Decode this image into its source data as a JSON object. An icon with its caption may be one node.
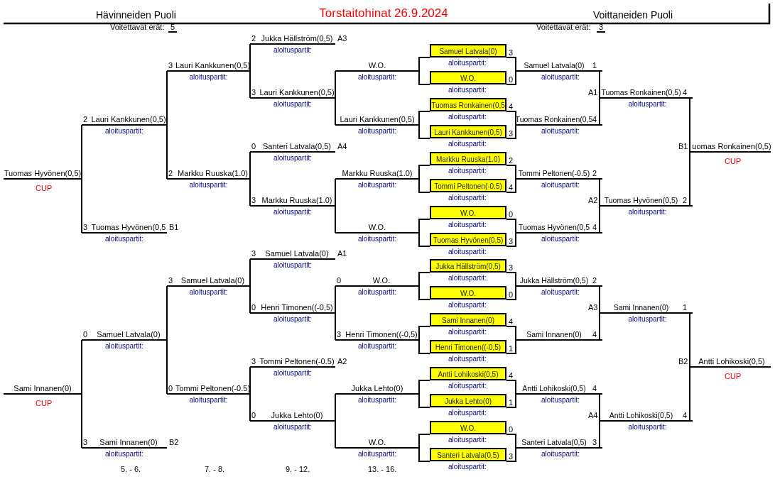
{
  "diagram": {
    "title": "Torstaitohinat 26.9.2024",
    "nodes": [
      {
        "text": [
          "Tuomas Hyvönen(0,5)"
        ],
        "beside": [
          "CUP"
        ]
      },
      {
        "text": [
          "Sami Innanen(0)"
        ],
        "beside": [
          "CUP"
        ]
      },
      {
        "text": [
          "Lauri Kankkunen(0,5)",
          "aloituspartit:"
        ],
        "beside": [
          "2"
        ]
      },
      {
        "text": [
          "Tuomas Hyvönen(0,5",
          "aloituspartit:"
        ],
        "beside": [
          "3",
          "B1"
        ]
      },
      {
        "text": [
          "Samuel Latvala(0)",
          "aloituspartit:"
        ],
        "beside": [
          "0"
        ]
      },
      {
        "text": [
          "Sami Innanen(0)",
          "aloituspartit:"
        ],
        "beside": [
          "3",
          "B2"
        ]
      },
      {
        "text": [
          "Lauri Kankkunen(0,5)",
          "aloituspartit:"
        ],
        "beside": [
          "3"
        ]
      },
      {
        "text": [
          "Markku Ruuska(1.0)",
          "aloituspartit:"
        ],
        "beside": [
          "2"
        ]
      },
      {
        "text": [
          "Samuel Latvala(0)",
          "aloituspartit:"
        ],
        "beside": [
          "3"
        ]
      },
      {
        "text": [
          "Tommi Peltonen(-0.5)",
          "aloituspartit:"
        ],
        "beside": [
          "0"
        ]
      },
      {
        "text": [
          "Jukka Hällström(0,5)",
          "aloituspartit:"
        ],
        "beside": [
          "2",
          "A3"
        ]
      },
      {
        "text": [
          "Lauri Kankkunen(0,5)",
          "aloituspartit:"
        ],
        "beside": [
          "3"
        ]
      },
      {
        "text": [
          "Santeri Latvala(0,5)",
          "aloituspartit:"
        ],
        "beside": [
          "0",
          "A4"
        ]
      },
      {
        "text": [
          "Markku Ruuska(1.0)",
          "aloituspartit:"
        ],
        "beside": [
          "3"
        ]
      },
      {
        "text": [
          "Samuel Latvala(0)",
          "aloituspartit:"
        ],
        "beside": [
          "3",
          "A1"
        ]
      },
      {
        "text": [
          "Henri Timonen((-0,5)",
          "aloituspartit:"
        ],
        "beside": [
          "0"
        ]
      },
      {
        "text": [
          "Tommi Peltonen(-0.5)",
          "aloituspartit:"
        ],
        "beside": [
          "3",
          "A2"
        ]
      },
      {
        "text": [
          "Jukka Lehto(0)",
          "aloituspartit:"
        ],
        "beside": [
          "0"
        ]
      },
      {
        "text": [
          "W.O.",
          "aloituspartit:"
        ]
      },
      {
        "text": [
          "Lauri Kankkunen(0,5)",
          "aloituspartit:"
        ]
      },
      {
        "text": [
          "Markku Ruuska(1.0)",
          "aloituspartit:"
        ]
      },
      {
        "text": [
          "W.O.",
          "aloituspartit:"
        ]
      },
      {
        "text": [
          "W.O.",
          "aloituspartit:"
        ],
        "beside": [
          "0"
        ]
      },
      {
        "text": [
          "Henri Timonen((-0,5)",
          "aloituspartit:"
        ],
        "beside": [
          "3"
        ]
      },
      {
        "text": [
          "Jukka Lehto(0)",
          "aloituspartit:"
        ]
      },
      {
        "text": [
          "W.O.",
          "aloituspartit:"
        ]
      },
      {
        "text": [
          "Samuel Latvala(0)",
          "aloituspartit:"
        ],
        "beside": [
          "3"
        ]
      },
      {
        "text": [
          "W.O.",
          "aloituspartit:"
        ],
        "beside": [
          "0"
        ]
      },
      {
        "text": [
          "Tuomas Ronkainen(0,5",
          "aloituspartit:"
        ],
        "beside": [
          "4"
        ]
      },
      {
        "text": [
          "Lauri Kankkunen(0,5)",
          "aloituspartit:"
        ],
        "beside": [
          "3"
        ]
      },
      {
        "text": [
          "Markku Ruuska(1.0)",
          "aloituspartit:"
        ],
        "beside": [
          "2"
        ]
      },
      {
        "text": [
          "Tommi Peltonen(-0.5)",
          "aloituspartit:"
        ],
        "beside": [
          "4"
        ]
      },
      {
        "text": [
          "W.O.",
          "aloituspartit:"
        ],
        "beside": [
          "0"
        ]
      },
      {
        "text": [
          "Tuomas Hyvönen(0,5)",
          "aloituspartit:"
        ],
        "beside": [
          "3"
        ]
      },
      {
        "text": [
          "Jukka Hällström(0,5)",
          "aloituspartit:"
        ],
        "beside": [
          "3"
        ]
      },
      {
        "text": [
          "W.O.",
          "aloituspartit:"
        ],
        "beside": [
          "0"
        ]
      },
      {
        "text": [
          "Sami Innanen(0)",
          "aloituspartit:"
        ],
        "beside": [
          "4"
        ]
      },
      {
        "text": [
          "Henri Timonen((-0,5)",
          "aloituspartit:"
        ],
        "beside": [
          "1"
        ]
      },
      {
        "text": [
          "Antti Lohikoski(0,5)",
          "aloituspartit:"
        ],
        "beside": [
          "4"
        ]
      },
      {
        "text": [
          "Jukka Lehto(0)",
          "aloituspartit:"
        ],
        "beside": [
          "1"
        ]
      },
      {
        "text": [
          "W.O.",
          "aloituspartit:"
        ],
        "beside": [
          "0"
        ]
      },
      {
        "text": [
          "Santeri Latvala(0,5)",
          "aloituspartit:"
        ],
        "beside": [
          "3"
        ]
      },
      {
        "text": [
          "Samuel Latvala(0)",
          "aloituspartit:"
        ],
        "beside": [
          "1"
        ]
      },
      {
        "text": [
          "Tuomas Ronkainen(0,5",
          "aloituspartit:"
        ],
        "beside": [
          "4"
        ]
      },
      {
        "text": [
          "Tommi Peltonen(-0.5)",
          "aloituspartit:"
        ],
        "beside": [
          "2"
        ]
      },
      {
        "text": [
          "Tuomas Hyvönen(0,5",
          "aloituspartit:"
        ],
        "beside": [
          "4"
        ]
      },
      {
        "text": [
          "Jukka Hällström(0,5)",
          "aloituspartit:"
        ],
        "beside": [
          "2"
        ]
      },
      {
        "text": [
          "Sami Innanen(0)"
        ],
        "beside": [
          "4"
        ]
      },
      {
        "text": [
          "Antti Lohikoski(0,5)",
          "aloituspartit:"
        ],
        "beside": [
          "4"
        ]
      },
      {
        "text": [
          "Santeri Latvala(0,5)",
          "aloituspartit:"
        ],
        "beside": [
          "3"
        ]
      },
      {
        "text": [
          "Tuomas Ronkainen(0,5)",
          "aloituspartit:"
        ],
        "beside": [
          "A1",
          "4"
        ]
      },
      {
        "text": [
          "Tuomas Hyvönen(0,5)",
          "aloituspartit:"
        ],
        "beside": [
          "A2",
          "2"
        ]
      },
      {
        "text": [
          "Sami Innanen(0)",
          "aloituspartit:"
        ],
        "beside": [
          "A3",
          "1"
        ]
      },
      {
        "text": [
          "Antti Lohikoski(0,5)",
          "aloituspartit:"
        ],
        "beside": [
          "A4",
          "4"
        ]
      },
      {
        "text": [
          "uomas Ronkainen(0,5)"
        ],
        "beside": [
          "B1",
          "CUP"
        ]
      },
      {
        "text": [
          "Antti Lohikoski(0,5)"
        ],
        "beside": [
          "B2",
          "CUP"
        ]
      }
    ],
    "edges": [
      {
        "from": 2,
        "to": 0,
        "arrow": "none"
      },
      {
        "from": 3,
        "to": 0,
        "arrow": "none"
      },
      {
        "from": 4,
        "to": 1,
        "arrow": "none"
      },
      {
        "from": 5,
        "to": 1,
        "arrow": "none"
      },
      {
        "from": 6,
        "to": 2,
        "arrow": "none"
      },
      {
        "from": 7,
        "to": 2,
        "arrow": "none"
      },
      {
        "from": 8,
        "to": 4,
        "arrow": "none"
      },
      {
        "from": 9,
        "to": 4,
        "arrow": "none"
      },
      {
        "from": 10,
        "to": 6,
        "arrow": "none"
      },
      {
        "from": 11,
        "to": 6,
        "arrow": "none"
      },
      {
        "from": 12,
        "to": 7,
        "arrow": "none"
      },
      {
        "from": 13,
        "to": 7,
        "arrow": "none"
      },
      {
        "from": 14,
        "to": 8,
        "arrow": "none"
      },
      {
        "from": 15,
        "to": 8,
        "arrow": "none"
      },
      {
        "from": 16,
        "to": 9,
        "arrow": "none"
      },
      {
        "from": 17,
        "to": 9,
        "arrow": "none"
      },
      {
        "from": 18,
        "to": 11,
        "arrow": "none"
      },
      {
        "from": 19,
        "to": 11,
        "arrow": "none"
      },
      {
        "from": 20,
        "to": 13,
        "arrow": "none"
      },
      {
        "from": 21,
        "to": 13,
        "arrow": "none"
      },
      {
        "from": 22,
        "to": 15,
        "arrow": "none"
      },
      {
        "from": 23,
        "to": 15,
        "arrow": "none"
      },
      {
        "from": 24,
        "to": 17,
        "arrow": "none"
      },
      {
        "from": 25,
        "to": 17,
        "arrow": "none"
      },
      {
        "from": 26,
        "to": 18,
        "arrow": "none"
      },
      {
        "from": 27,
        "to": 18,
        "arrow": "none"
      },
      {
        "from": 28,
        "to": 19,
        "arrow": "none"
      },
      {
        "from": 29,
        "to": 19,
        "arrow": "none"
      },
      {
        "from": 30,
        "to": 20,
        "arrow": "none"
      },
      {
        "from": 31,
        "to": 20,
        "arrow": "none"
      },
      {
        "from": 32,
        "to": 21,
        "arrow": "none"
      },
      {
        "from": 33,
        "to": 21,
        "arrow": "none"
      },
      {
        "from": 34,
        "to": 22,
        "arrow": "none"
      },
      {
        "from": 35,
        "to": 22,
        "arrow": "none"
      },
      {
        "from": 36,
        "to": 23,
        "arrow": "none"
      },
      {
        "from": 37,
        "to": 23,
        "arrow": "none"
      },
      {
        "from": 38,
        "to": 24,
        "arrow": "none"
      },
      {
        "from": 39,
        "to": 24,
        "arrow": "none"
      },
      {
        "from": 40,
        "to": 25,
        "arrow": "none"
      },
      {
        "from": 41,
        "to": 25,
        "arrow": "none"
      },
      {
        "from": 26,
        "to": 42,
        "arrow": "none"
      },
      {
        "from": 27,
        "to": 42,
        "arrow": "none"
      },
      {
        "from": 28,
        "to": 43,
        "arrow": "none"
      },
      {
        "from": 29,
        "to": 43,
        "arrow": "none"
      },
      {
        "from": 30,
        "to": 44,
        "arrow": "none"
      },
      {
        "from": 31,
        "to": 44,
        "arrow": "none"
      },
      {
        "from": 32,
        "to": 45,
        "arrow": "none"
      },
      {
        "from": 33,
        "to": 45,
        "arrow": "none"
      },
      {
        "from": 34,
        "to": 46,
        "arrow": "none"
      },
      {
        "from": 35,
        "to": 46,
        "arrow": "none"
      },
      {
        "from": 36,
        "to": 47,
        "arrow": "none"
      },
      {
        "from": 37,
        "to": 47,
        "arrow": "none"
      },
      {
        "from": 38,
        "to": 48,
        "arrow": "none"
      },
      {
        "from": 39,
        "to": 48,
        "arrow": "none"
      },
      {
        "from": 40,
        "to": 49,
        "arrow": "none"
      },
      {
        "from": 41,
        "to": 49,
        "arrow": "none"
      },
      {
        "from": 42,
        "to": 50,
        "arrow": "none"
      },
      {
        "from": 43,
        "to": 50,
        "arrow": "none"
      },
      {
        "from": 44,
        "to": 51,
        "arrow": "none"
      },
      {
        "from": 45,
        "to": 51,
        "arrow": "none"
      },
      {
        "from": 46,
        "to": 52,
        "arrow": "none"
      },
      {
        "from": 47,
        "to": 52,
        "arrow": "none"
      },
      {
        "from": 48,
        "to": 53,
        "arrow": "none"
      },
      {
        "from": 49,
        "to": 53,
        "arrow": "none"
      },
      {
        "from": 50,
        "to": 54,
        "arrow": "none"
      },
      {
        "from": 51,
        "to": 54,
        "arrow": "none"
      },
      {
        "from": 52,
        "to": 55,
        "arrow": "none"
      },
      {
        "from": 53,
        "to": 55,
        "arrow": "none"
      }
    ],
    "labels": [
      "Hävinneiden Puoli",
      "Voittaneiden Puoli",
      "Voitettavat erät:",
      "5",
      "Voitettavat erät:",
      "3",
      "5. - 6.",
      "7. - 8.",
      "9. - 12.",
      "13. - 16."
    ]
  }
}
